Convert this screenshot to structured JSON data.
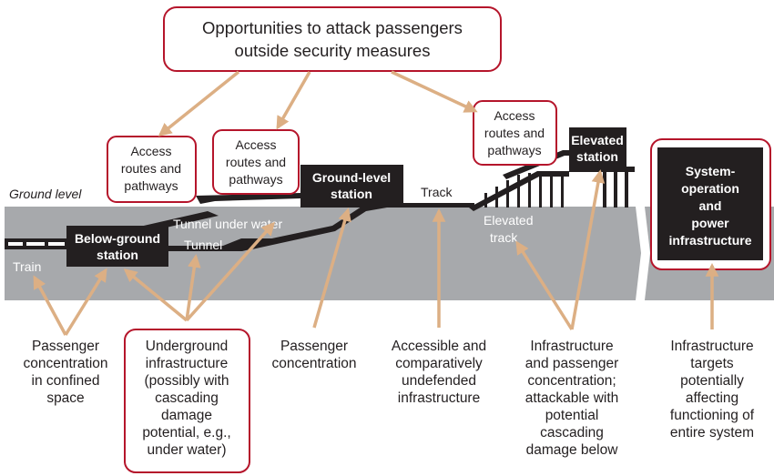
{
  "title_box": {
    "line1": "Opportunities to attack passengers",
    "line2": "outside security measures"
  },
  "access_box_1": {
    "line1": "Access",
    "line2": "routes and",
    "line3": "pathways"
  },
  "access_box_2": {
    "line1": "Access",
    "line2": "routes and",
    "line3": "pathways"
  },
  "access_box_3": {
    "line1": "Access",
    "line2": "routes and",
    "line3": "pathways"
  },
  "ground_level_label": "Ground level",
  "stations": {
    "below_ground": {
      "line1": "Below-ground",
      "line2": "station"
    },
    "ground_level": {
      "line1": "Ground-level",
      "line2": "station"
    },
    "elevated": {
      "line1": "Elevated",
      "line2": "station"
    }
  },
  "labels": {
    "train": "Train",
    "tunnel": "Tunnel",
    "tunnel_under_water": "Tunnel under water",
    "track": "Track",
    "elevated_track_1": "Elevated",
    "elevated_track_2": "track"
  },
  "system_box": {
    "line1": "System-",
    "line2": "operation",
    "line3": "and",
    "line4": "power",
    "line5": "infrastructure"
  },
  "captions": {
    "c1": [
      "Passenger",
      "concentration",
      "in confined",
      "space"
    ],
    "c2": [
      "Underground",
      "infrastructure",
      "(possibly with",
      "cascading",
      "damage",
      "potential, e.g.,",
      "under water)"
    ],
    "c3": [
      "Passenger",
      "concentration"
    ],
    "c4": [
      "Accessible and",
      "comparatively",
      "undefended",
      "infrastructure"
    ],
    "c5": [
      "Infrastructure",
      "and passenger",
      "concentration;",
      "attackable with",
      "potential",
      "cascading",
      "damage below"
    ],
    "c6": [
      "Infrastructure",
      "targets",
      "potentially",
      "affecting",
      "functioning of",
      "entire system"
    ]
  },
  "colors": {
    "ground": "#a7a9ac",
    "arrow": "#dcaf84",
    "outline": "#b5152b",
    "structure": "#231f20"
  }
}
